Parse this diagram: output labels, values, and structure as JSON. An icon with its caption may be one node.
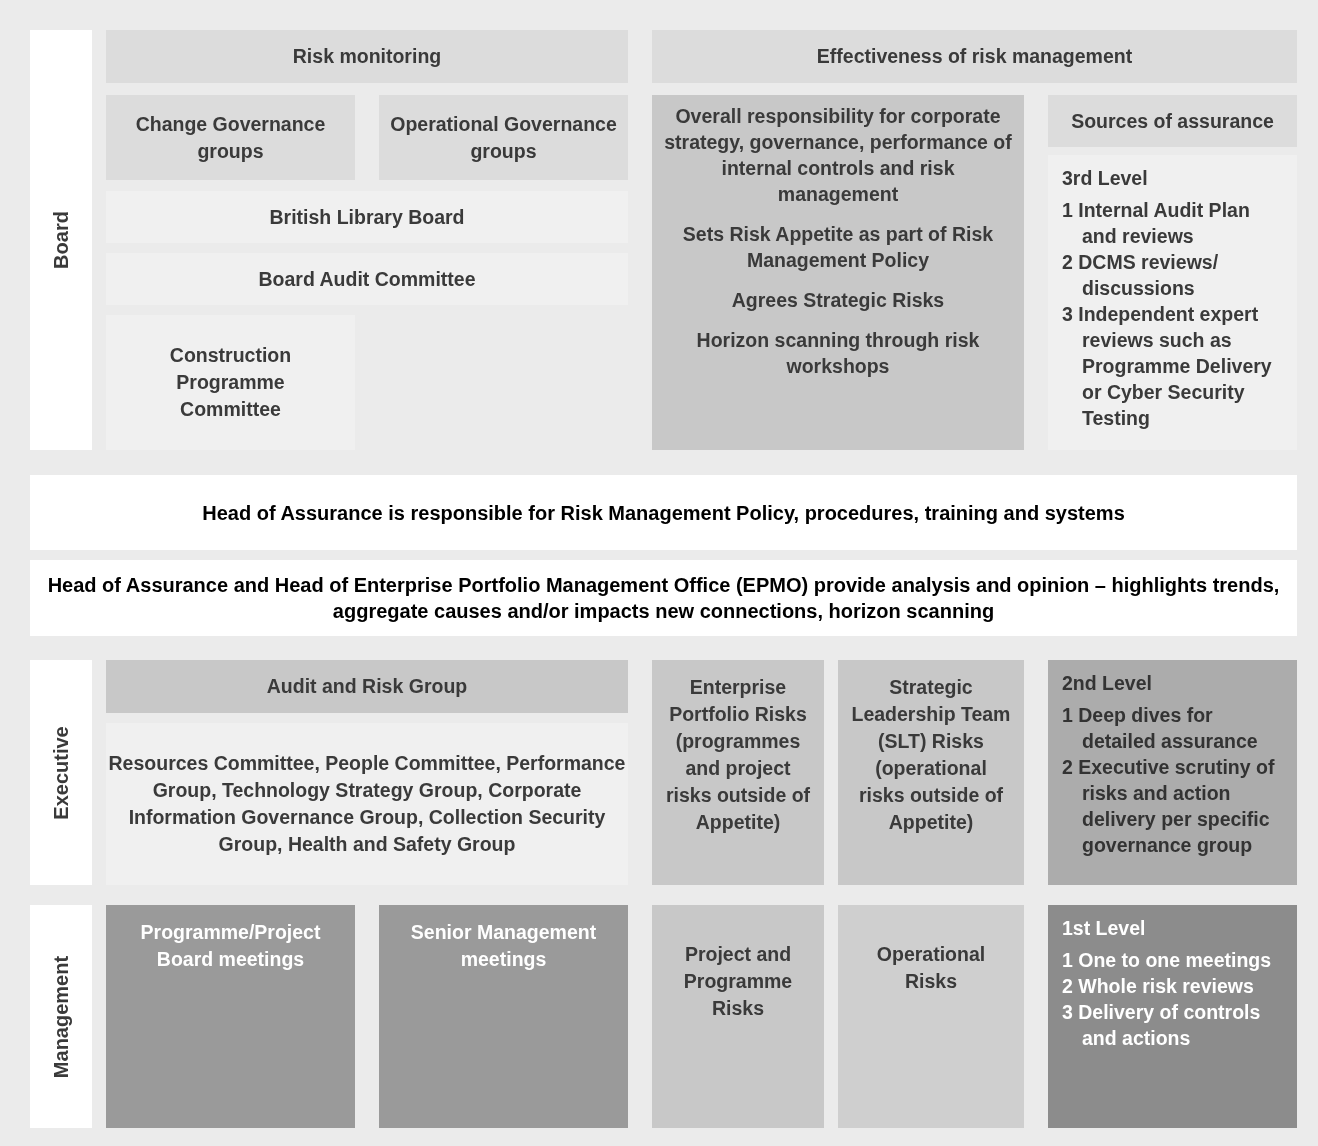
{
  "diagram": {
    "nodes": [
      {
        "text": [
          "Board"
        ]
      },
      {
        "text": [
          "Risk monitoring"
        ]
      },
      {
        "text": [
          "Effectiveness of risk management"
        ]
      },
      {
        "text": [
          "Change Governance groups"
        ]
      },
      {
        "text": [
          "Operational Governance groups"
        ]
      },
      {
        "text": [
          "Overall responsibility for corporate strategy, governance, performance of internal controls and risk management",
          "Sets Risk Appetite as part of Risk Management Policy",
          "Agrees Strategic Risks",
          "Horizon scanning through risk workshops"
        ]
      },
      {
        "text": [
          "Sources of assurance"
        ]
      },
      {
        "text": [
          "3rd Level",
          "1 Internal Audit Plan and reviews",
          "2 DCMS reviews/ discussions",
          "3 Independent expert reviews such as Programme Delivery or Cyber Security Testing"
        ]
      },
      {
        "text": [
          "British Library Board"
        ]
      },
      {
        "text": [
          "Board Audit Committee"
        ]
      },
      {
        "text": [
          "Construction Programme Committee"
        ]
      },
      {
        "text": [
          "Head of Assurance is responsible for Risk Management Policy, procedures, training and systems"
        ]
      },
      {
        "text": [
          "Head of Assurance and Head of Enterprise Portfolio Management Office (EPMO) provide analysis and opinion – highlights trends, aggregate causes and/or impacts new connections, horizon scanning"
        ]
      },
      {
        "text": [
          "Executive"
        ]
      },
      {
        "text": [
          "Audit and Risk Group"
        ]
      },
      {
        "text": [
          "Resources Committee, People Committee, Performance Group, Technology Strategy Group, Corporate Information Governance Group, Collection Security Group, Health and Safety Group"
        ]
      },
      {
        "text": [
          "Enterprise Portfolio Risks (programmes and project risks outside of Appetite)"
        ]
      },
      {
        "text": [
          "Strategic Leadership Team (SLT) Risks (operational risks outside of Appetite)"
        ]
      },
      {
        "text": [
          "2nd Level",
          "1 Deep dives for detailed assurance",
          "2 Executive scrutiny of risks and action delivery per specific governance group"
        ]
      },
      {
        "text": [
          "Management"
        ]
      },
      {
        "text": [
          "Programme/Project Board meetings"
        ]
      },
      {
        "text": [
          "Senior Management meetings"
        ]
      },
      {
        "text": [
          "Project and Programme Risks"
        ]
      },
      {
        "text": [
          "Operational Risks"
        ]
      },
      {
        "text": [
          "1st Level",
          "1 One to one meetings",
          "2 Whole risk reviews",
          "3 Delivery of controls and actions"
        ]
      }
    ]
  }
}
